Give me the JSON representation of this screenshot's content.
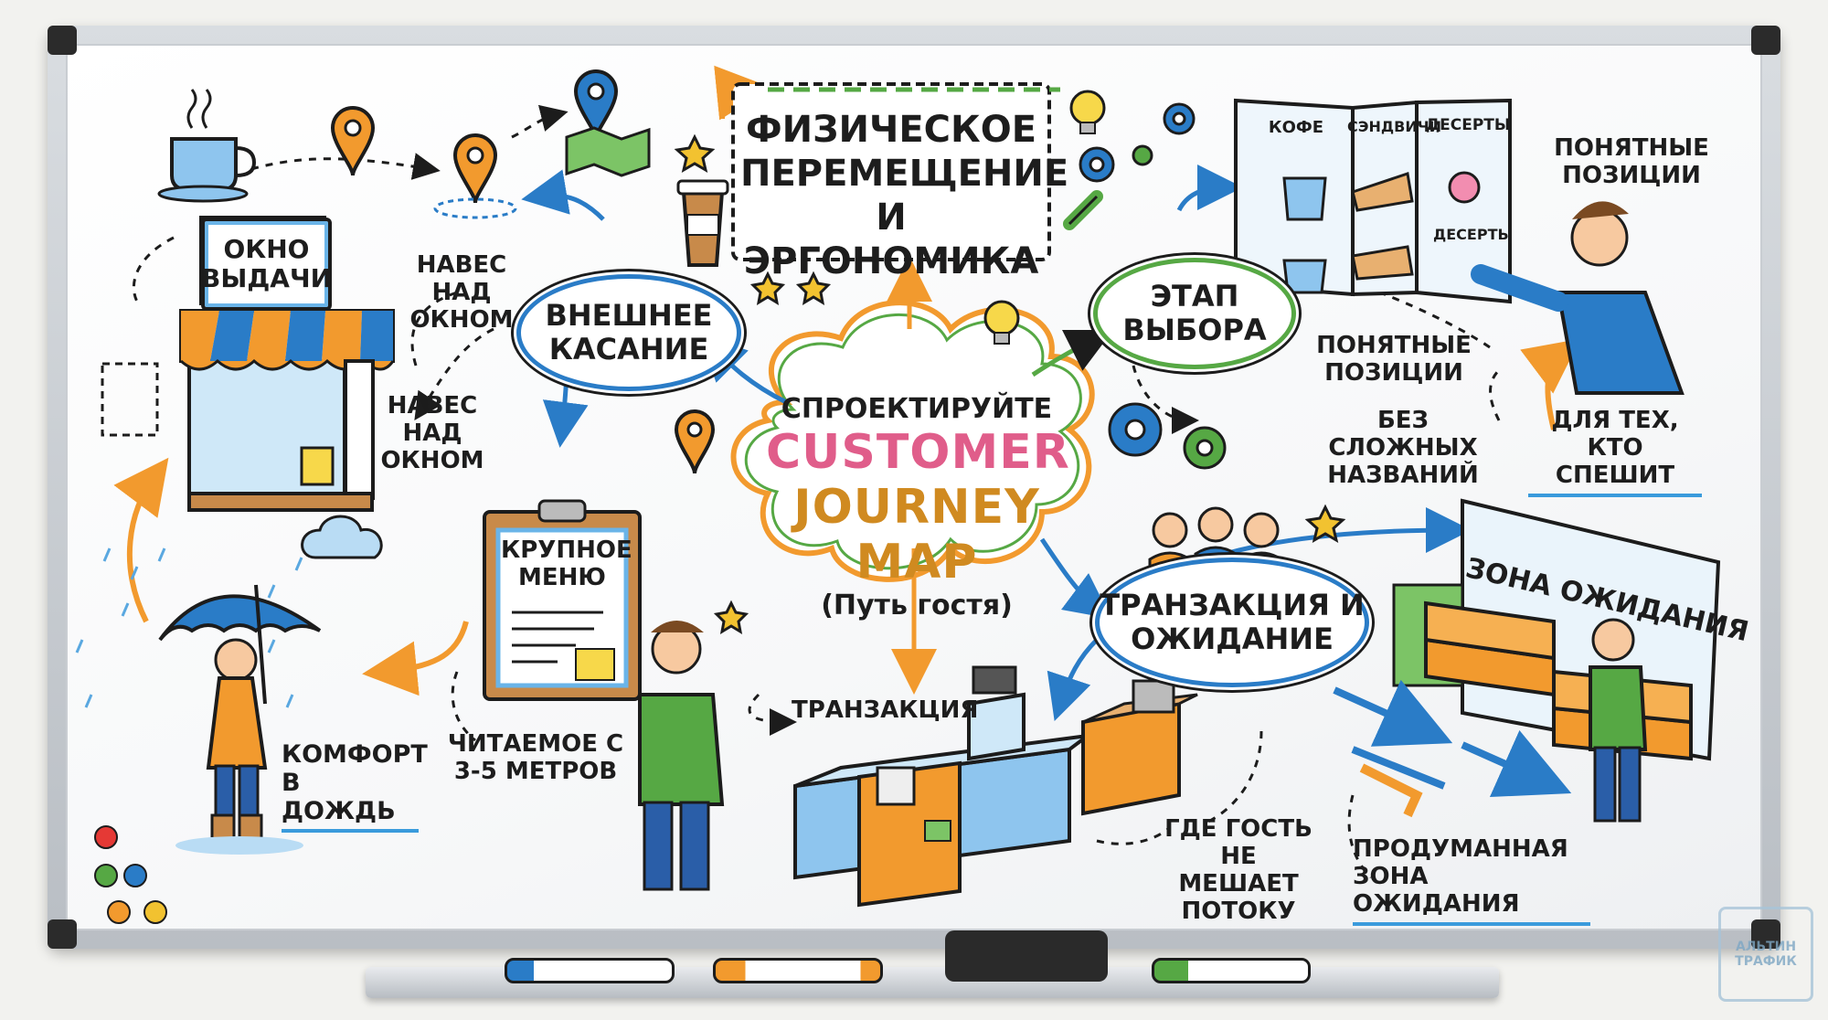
{
  "center": {
    "line1": "СПРОЕКТИРУЙТЕ",
    "line2": "CUSTOMER",
    "line3": "JOURNEY MAP",
    "line4": "(Путь гостя)"
  },
  "top_heading": "ФИЗИЧЕСКОЕ ПЕРЕМЕЩЕНИЕ И ЭРГОНОМИКА",
  "nodes": {
    "external": "ВНЕШНЕЕ КАСАНИЕ",
    "choice": "ЭТАП ВЫБОРА",
    "transaction": "ТРАНЗАКЦИЯ И ОЖИДАНИЕ"
  },
  "left_branch": {
    "window_sign": "ОКНО ВЫДАЧИ",
    "canopy_1": "НАВЕС НАД ОКНОМ",
    "canopy_2": "НАВЕС НАД ОКНОМ",
    "rain_comfort": "КОМФОРТ В ДОЖДЬ",
    "big_menu": "КРУПНОЕ МЕНЮ",
    "readable": "ЧИТАЕМОЕ С 3-5 МЕТРОВ"
  },
  "right_branch": {
    "menu_columns": [
      "КОФЕ",
      "СЭНДВИЧИ",
      "ДЕСЕРТЫ"
    ],
    "menu_subitem": "ДЕСЕРТЫ",
    "clear_items_top": "ПОНЯТНЫЕ ПОЗИЦИИ",
    "clear_items": "ПОНЯТНЫЕ ПОЗИЦИИ",
    "no_complex": "БЕЗ СЛОЖНЫХ НАЗВАНИЙ",
    "for_hurry": "ДЛЯ ТЕХ, КТО СПЕШИТ"
  },
  "bottom_branch": {
    "transaction": "ТРАНЗАКЦИЯ",
    "waiting_zone_sign": "ЗОНА ОЖИДАНИЯ",
    "no_block": "ГДЕ ГОСТЬ НЕ МЕШАЕТ ПОТОКУ",
    "thoughtful_zone": "ПРОДУМАННАЯ ЗОНА ОЖИДАНИЯ"
  },
  "watermark": "АЛЬТИН ТРАФИК",
  "colors": {
    "accent_blue": "#2a7cc7",
    "orange": "#f29a2e",
    "green": "#56a844",
    "ink": "#1c1c1c"
  }
}
